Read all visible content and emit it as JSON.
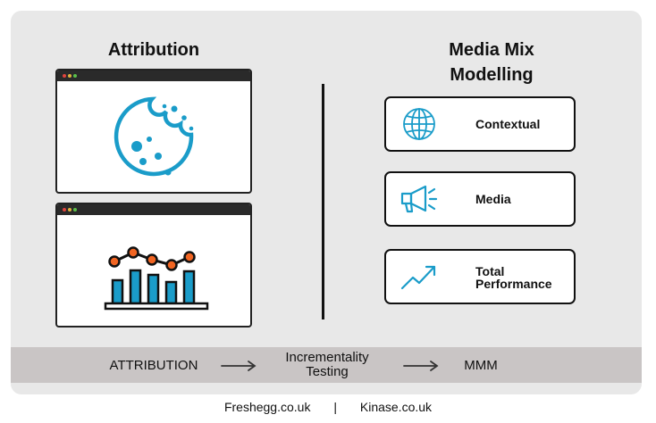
{
  "headings": {
    "attribution": "Attribution",
    "mmm_line1": "Media Mix",
    "mmm_line2": "Modelling"
  },
  "browser_windows": [
    {
      "icon": "cookie-icon"
    },
    {
      "icon": "bar-line-chart-icon"
    }
  ],
  "cards": [
    {
      "label": "Contextual",
      "icon": "globe-icon"
    },
    {
      "label": "Media",
      "icon": "megaphone-icon"
    },
    {
      "label_line1": "Total",
      "label_line2": "Performance",
      "icon": "trend-arrow-icon"
    }
  ],
  "flow": {
    "step1": "ATTRIBUTION",
    "step2_line1": "Incrementality",
    "step2_line2": "Testing",
    "step3": "MMM"
  },
  "footer": {
    "left": "Freshegg.co.uk",
    "separator": "|",
    "right": "Kinase.co.uk"
  },
  "colors": {
    "accent_blue": "#1a9cc9",
    "accent_orange": "#f26522",
    "panel_gray": "#e8e8e8",
    "strip_gray": "#c9c5c5"
  }
}
